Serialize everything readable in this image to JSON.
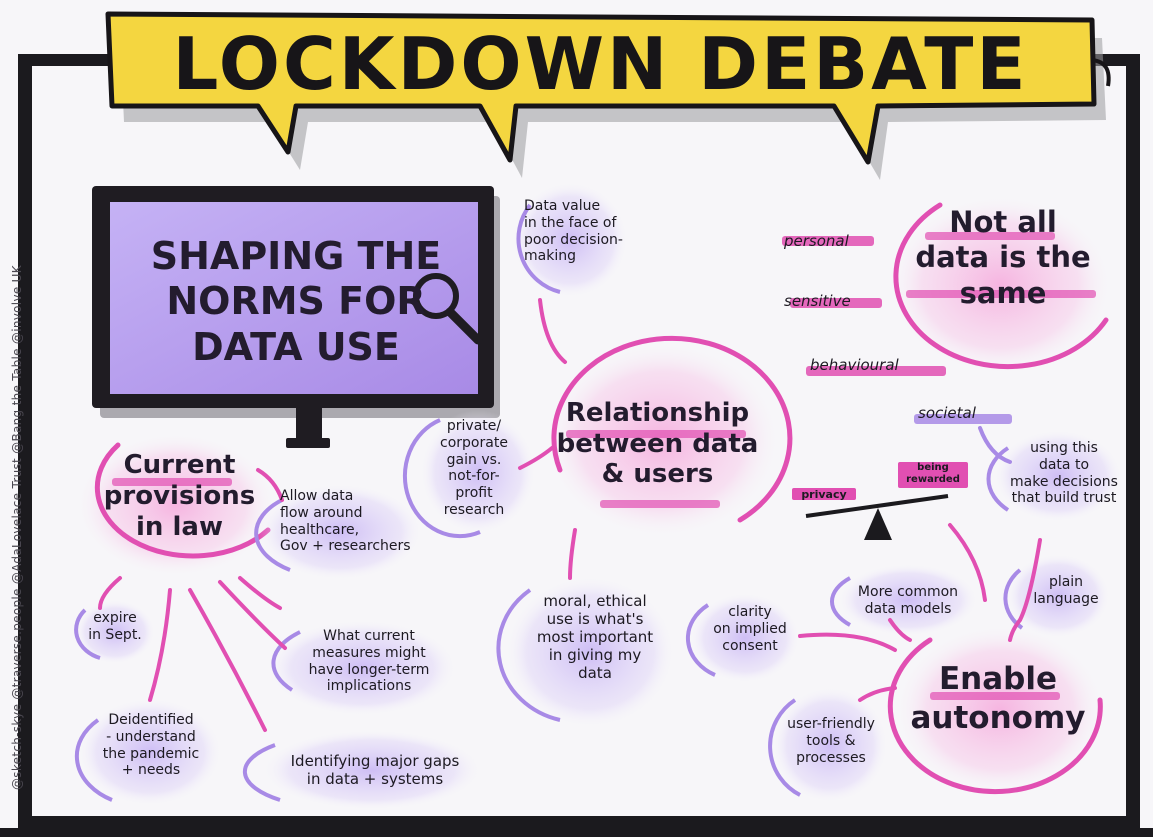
{
  "title": "LOCKDOWN DEBATE",
  "credits": "@sketch-skye   @traverse.people   @AdaLovelace Trust   @Bang the Table   @involve UK",
  "screen": {
    "lines": [
      "SHAPING THE",
      "NORMS FOR",
      "DATA USE"
    ],
    "icon": "magnifying-glass-icon"
  },
  "center": {
    "lines": [
      "Relationship",
      "between data",
      "& users"
    ]
  },
  "not_all_data": {
    "lines": [
      "Not all",
      "data is the",
      "same"
    ],
    "labels": {
      "personal": "personal",
      "sensitive": "sensitive",
      "behavioural": "behavioural",
      "societal": "societal"
    }
  },
  "provisions": {
    "lines": [
      "Current",
      "provisions",
      "in law"
    ],
    "notes": {
      "allow": [
        "Allow data",
        "flow around",
        "healthcare,",
        "Gov + researchers"
      ],
      "expire": [
        "expire",
        "in Sept."
      ],
      "measures": [
        "What current",
        "measures might",
        "have longer-term",
        "implications"
      ],
      "deidentified": [
        "Deidentified",
        "- understand",
        "the pandemic",
        "+ needs"
      ],
      "gaps": [
        "Identifying major gaps",
        "in data + systems"
      ]
    }
  },
  "notes": {
    "data_value": [
      "Data value",
      "in the face of",
      "poor decision-",
      "making"
    ],
    "private": [
      "private/",
      "corporate",
      "gain vs.",
      "not-for-",
      "profit",
      "research"
    ],
    "moral": [
      "moral, ethical",
      "use is what's",
      "most important",
      "in giving my",
      "data"
    ],
    "using": [
      "using this",
      "data to",
      "make decisions",
      "that build trust"
    ]
  },
  "balance": {
    "left": "privacy",
    "right": "being rewarded",
    "icon": "balance-scale-icon"
  },
  "enable": {
    "lines": [
      "Enable",
      "autonomy"
    ],
    "notes": {
      "clarity": [
        "clarity",
        "on implied",
        "consent"
      ],
      "common": [
        "More common",
        "data models"
      ],
      "plain": [
        "plain",
        "language"
      ],
      "user": [
        "user-friendly",
        "tools &",
        "processes"
      ]
    }
  },
  "colors": {
    "banner": "#f4d640",
    "ink": "#1b1a1e",
    "pink": "#e14fb2",
    "purple": "#a88ae6",
    "screen_fill": "#b9a3f0"
  }
}
